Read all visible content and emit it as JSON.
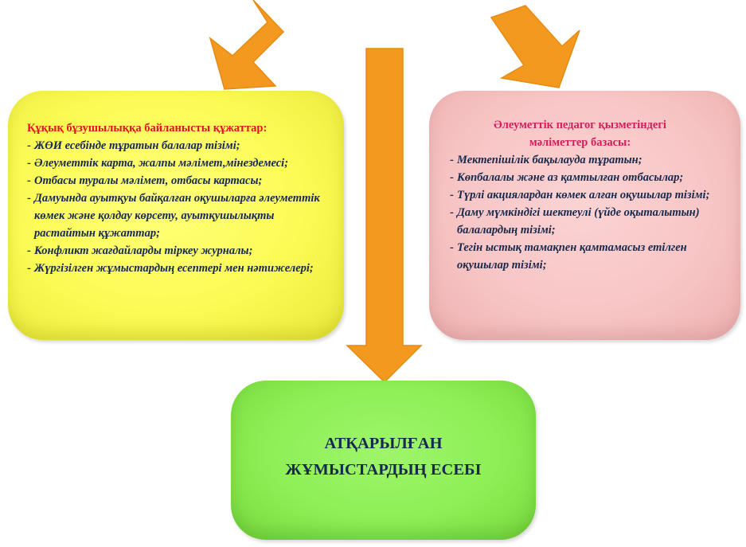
{
  "colors": {
    "arrow_fill": "#f39a1e",
    "arrow_stroke": "#e58a14",
    "left_box": "#fbfb55",
    "right_box": "#f8c6c6",
    "bottom_box": "#8def55",
    "heading_red": "#e0161d",
    "item_text": "#17294d"
  },
  "left_box": {
    "heading": "Құқық бұзушылыққа байланысты құжаттар:",
    "items": [
      "ЖӨИ есебінде тұратын балалар тізімі;",
      "Әлеуметтік карта, жалпы мәлімет,мінездемесі;",
      "Отбасы туралы мәлімет, отбасы картасы;",
      "Дамуында ауытқуы байқалған оқушыларға әлеуметтік көмек және қолдау көрсету, ауытқушылықты растайтын құжаттар;",
      "Конфликт жағдайларды тіркеу журналы;",
      "Жүргізілген  жұмыстардың есептері мен нәтижелері;"
    ]
  },
  "right_box": {
    "heading_line1": "Әлеуметтік  педагог қызметіндегі",
    "heading_line2": "мәліметтер базасы:",
    "items": [
      "Мектепішілік бақылауда тұратын;",
      "Көпбалалы және аз қамтылған отбасылар;",
      "Түрлі акциялардан көмек алған оқушылар тізімі;",
      "Даму мүмкіндігі шектеулі (үйде оқыталытын) балалардың тізімі;",
      "Тегін ыстық тамақпен қамтамасыз етілген оқушылар тізімі;"
    ]
  },
  "bottom_box": {
    "line1": "АТҚАРЫЛҒАН",
    "line2": "ЖҰМЫСТАРДЫҢ ЕСЕБІ"
  }
}
